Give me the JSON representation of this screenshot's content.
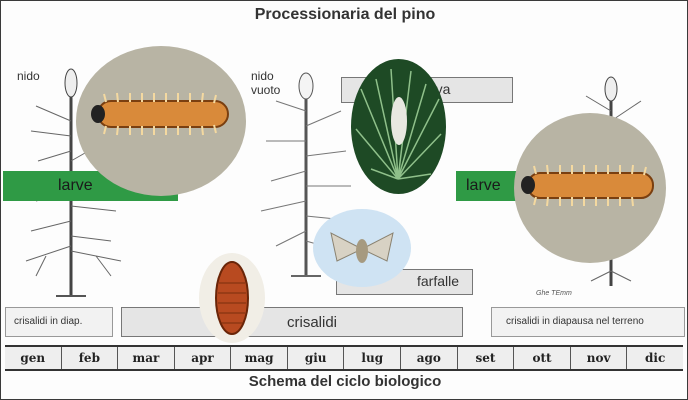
{
  "title": "Processionaria del pino",
  "footer": "Schema del ciclo biologico",
  "labels": {
    "nest": "nido",
    "empty_nest_line1": "nido",
    "empty_nest_line2": "vuoto",
    "larvae_left": "larve",
    "larvae_right": "larve",
    "eggs": "uova",
    "moths": "farfalle",
    "pupae": "crisalidi",
    "pupae_diapause_short": "crisalidi in diap.",
    "pupae_diapause_long": "crisalidi in diapausa nel terreno",
    "signature": "Ghe TEmm"
  },
  "months": [
    "gen",
    "feb",
    "mar",
    "apr",
    "mag",
    "giu",
    "lug",
    "ago",
    "set",
    "ott",
    "nov",
    "dic"
  ],
  "colors": {
    "green_bar": "#2f9a45",
    "grey_bar": "#e5e5e5",
    "photo_bg": "#b8b4a4",
    "caterpillar": "#d98a3a",
    "pupa": "#b84a20",
    "moth_bg": "#cfe3f3",
    "pine_bg": "#1e4a25"
  }
}
